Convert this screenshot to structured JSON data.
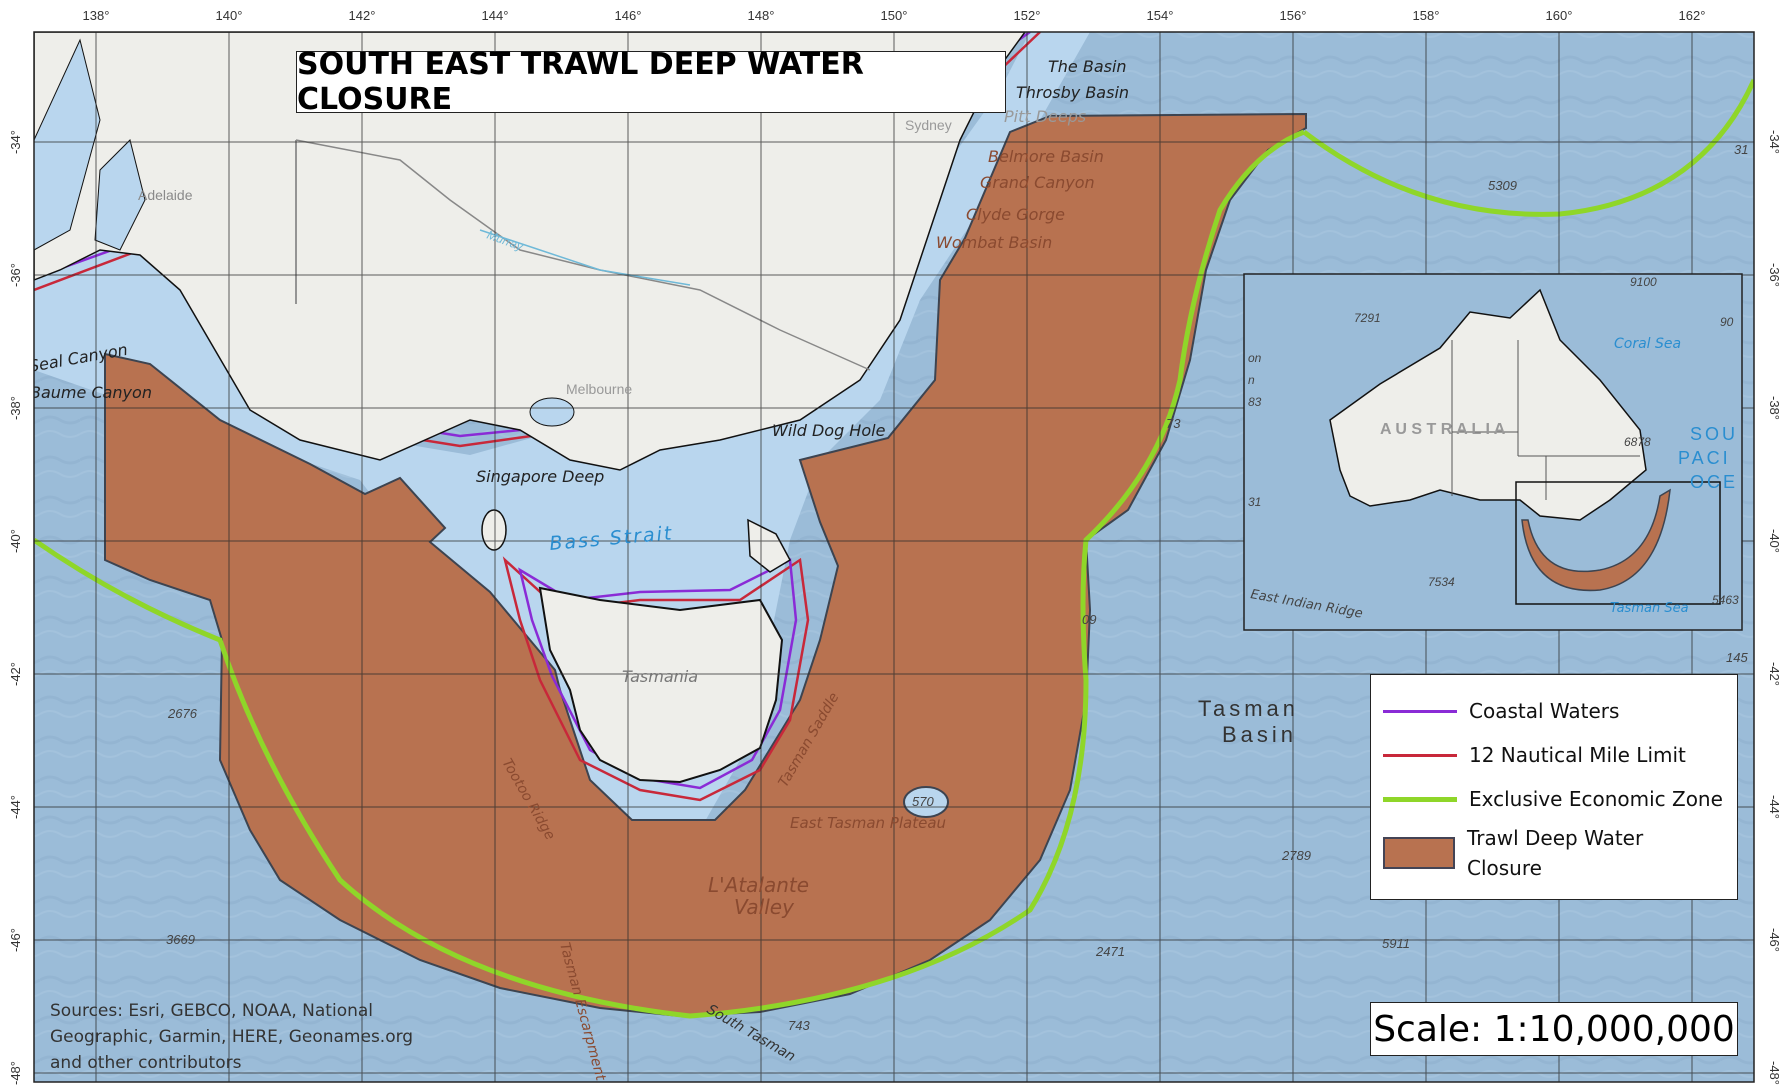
{
  "title": "SOUTH EAST TRAWL DEEP WATER CLOSURE",
  "colors": {
    "ocean": "#9bbcd8",
    "shelf": "#b9d6ee",
    "land": "#eeeeea",
    "closure": "#b87250",
    "coastal_waters": "#8a2bd6",
    "nautical_limit": "#c8283a",
    "eez": "#8fd629",
    "grid": "#2a2a2a"
  },
  "axes": {
    "longitude_ticks": [
      "138°",
      "140°",
      "142°",
      "144°",
      "146°",
      "148°",
      "150°",
      "152°",
      "154°",
      "156°",
      "158°",
      "160°",
      "162°"
    ],
    "latitude_ticks": [
      "-34°",
      "-36°",
      "-38°",
      "-40°",
      "-42°",
      "-44°",
      "-46°",
      "-48°"
    ]
  },
  "places": {
    "adelaide": "Adelaide",
    "sydney": "Sydney",
    "melbourne": "Melbourne",
    "murray": "Murray",
    "tasmania": "Tasmania",
    "bass_strait": "Bass Strait",
    "singapore_deep": "Singapore Deep",
    "wild_dog": "Wild Dog Hole",
    "the_basin": "The Basin",
    "throsby": "Throsby Basin",
    "pitt": "Pitt Deeps",
    "belmore": "Belmore Basin",
    "grand_canyon": "Grand Canyon",
    "clyde": "Clyde Gorge",
    "wombat": "Wombat Basin",
    "seal_canyon": "Seal Canyon",
    "baume_canyon": "Baume Canyon",
    "tasman_basin_1": "Tasman",
    "tasman_basin_2": "Basin",
    "east_tasman": "East Tasman Plateau",
    "latalante_1": "L'Atalante",
    "latalante_2": "Valley",
    "tasman_saddle": "Tasman Saddle",
    "tasman_escarpment": "Tasman Escarpment",
    "south_tasman": "South Tasman",
    "tootoo_ridge": "Tootoo Ridge",
    "depths": {
      "d5309": "5309",
      "d73": "73",
      "d09": "09",
      "d2676": "2676",
      "d570": "570",
      "d2789": "2789",
      "d5911": "5911",
      "d2471": "2471",
      "d3669": "3669",
      "d743": "743",
      "d31": "31",
      "d145": "145"
    }
  },
  "inset": {
    "australia": "A U S T R A L I A",
    "coral_sea": "Coral Sea",
    "south_pacific_1": "SOU",
    "south_pacific_2": "PACI",
    "south_pacific_3": "OCE",
    "east_indian_ridge": "East Indian Ridge",
    "tasman_sea": "Tasman Sea",
    "depths": [
      "7291",
      "9100",
      "6878",
      "7534",
      "5463",
      "90",
      "83",
      "31",
      "on",
      "n"
    ]
  },
  "legend": {
    "items": [
      {
        "label": "Coastal Waters",
        "color": "#8a2bd6"
      },
      {
        "label": "12 Nautical Mile Limit",
        "color": "#c8283a"
      },
      {
        "label": "Exclusive Economic Zone",
        "color": "#8fd629"
      },
      {
        "label_line1": "Trawl Deep Water",
        "label_line2": "Closure",
        "color": "#b87250"
      }
    ]
  },
  "scale": "Scale: 1:10,000,000",
  "sources": {
    "line1": "Sources: Esri, GEBCO, NOAA, National",
    "line2": "Geographic, Garmin, HERE, Geonames.org",
    "line3": "and other contributors"
  }
}
